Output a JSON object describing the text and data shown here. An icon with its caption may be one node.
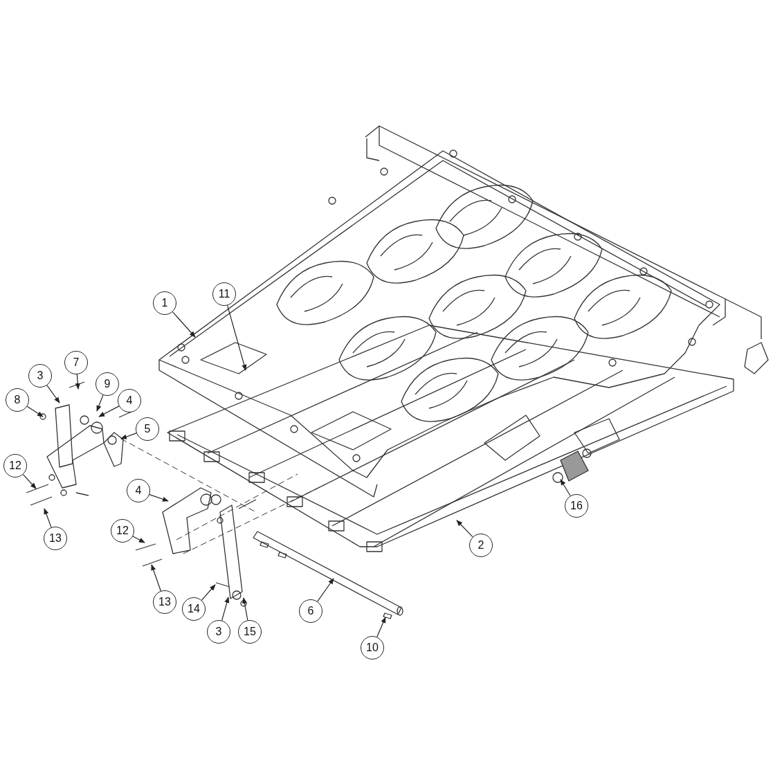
{
  "diagram": {
    "nodes": [
      {
        "text": [
          "11"
        ]
      },
      {
        "text": [
          "1"
        ]
      },
      {
        "text": [
          "7"
        ]
      },
      {
        "text": [
          "3"
        ]
      },
      {
        "text": [
          "9"
        ]
      },
      {
        "text": [
          "8"
        ]
      },
      {
        "text": [
          "4"
        ]
      },
      {
        "text": [
          "5"
        ]
      },
      {
        "text": [
          "12"
        ]
      },
      {
        "text": [
          "4"
        ]
      },
      {
        "text": [
          "16"
        ]
      },
      {
        "text": [
          "12"
        ]
      },
      {
        "text": [
          "13"
        ]
      },
      {
        "text": [
          "2"
        ]
      },
      {
        "text": [
          "13"
        ]
      },
      {
        "text": [
          "14"
        ]
      },
      {
        "text": [
          "6"
        ]
      },
      {
        "text": [
          "3"
        ]
      },
      {
        "text": [
          "15"
        ]
      },
      {
        "text": [
          "10"
        ]
      }
    ],
    "edges": [
      {
        "from": 0,
        "to": null,
        "arrow": "to"
      },
      {
        "from": 1,
        "to": null,
        "arrow": "to"
      },
      {
        "from": 2,
        "to": null,
        "arrow": "to"
      },
      {
        "from": 3,
        "to": null,
        "arrow": "to"
      },
      {
        "from": 4,
        "to": null,
        "arrow": "to"
      },
      {
        "from": 5,
        "to": null,
        "arrow": "to"
      },
      {
        "from": 6,
        "to": null,
        "arrow": "to"
      },
      {
        "from": 7,
        "to": null,
        "arrow": "to"
      },
      {
        "from": 8,
        "to": null,
        "arrow": "to"
      },
      {
        "from": 9,
        "to": null,
        "arrow": "to"
      },
      {
        "from": 10,
        "to": null,
        "arrow": "to"
      },
      {
        "from": 11,
        "to": null,
        "arrow": "to"
      },
      {
        "from": 12,
        "to": null,
        "arrow": "to"
      },
      {
        "from": 13,
        "to": null,
        "arrow": "to"
      },
      {
        "from": 14,
        "to": null,
        "arrow": "to"
      },
      {
        "from": 15,
        "to": null,
        "arrow": "to"
      },
      {
        "from": 16,
        "to": null,
        "arrow": "to"
      },
      {
        "from": 17,
        "to": null,
        "arrow": "to"
      },
      {
        "from": 18,
        "to": null,
        "arrow": "to"
      },
      {
        "from": 19,
        "to": null,
        "arrow": "to"
      }
    ]
  }
}
